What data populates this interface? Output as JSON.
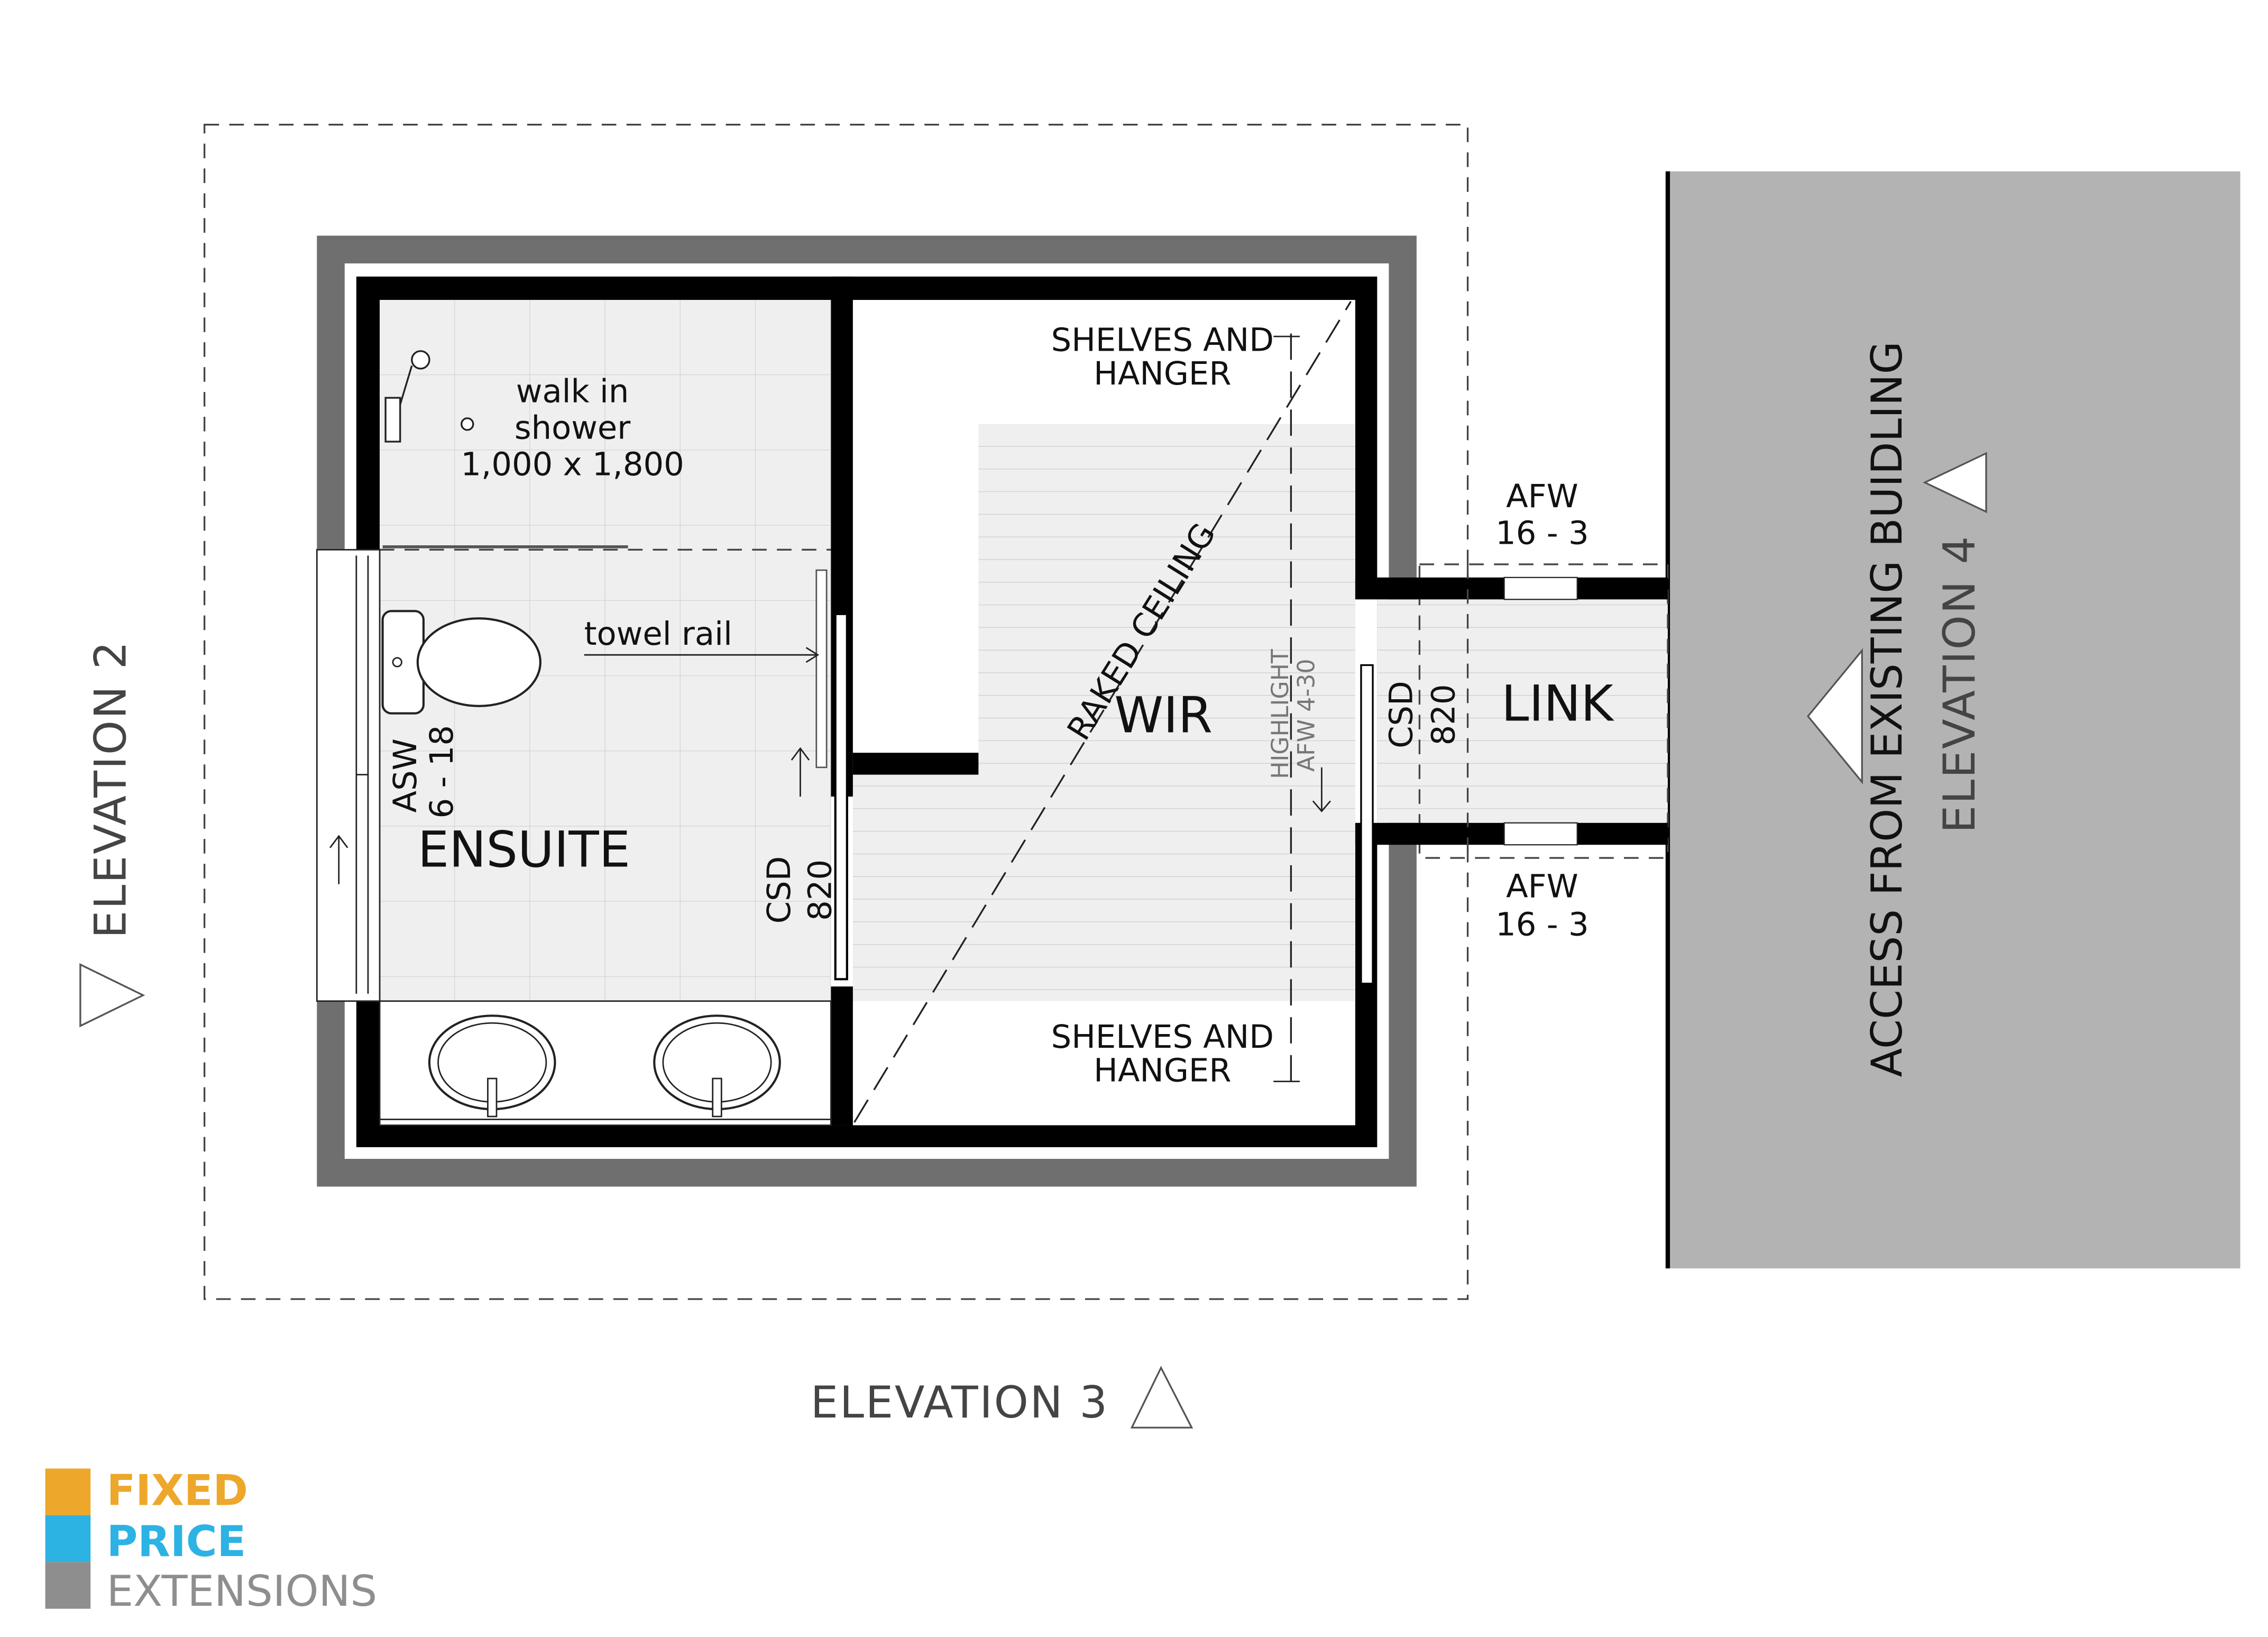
{
  "plan": {
    "rooms": {
      "ensuite": "ENSUITE",
      "wir": "WIR",
      "link": "LINK"
    },
    "shower": {
      "line1": "walk in",
      "line2": "shower",
      "line3": "1,000 x 1,800"
    },
    "towel_rail": "towel rail",
    "asw": {
      "line1": "ASW",
      "line2": "6 - 18"
    },
    "csd_ensuite": {
      "line1": "CSD",
      "line2": "820"
    },
    "csd_link": {
      "line1": "CSD",
      "line2": "820"
    },
    "shelves_top": {
      "line1": "SHELVES AND",
      "line2": "HANGER"
    },
    "shelves_bottom": {
      "line1": "SHELVES AND",
      "line2": "HANGER"
    },
    "raked_ceiling": "RAKED CEILING",
    "highlight": {
      "line1": "HIGHLIGHT",
      "line2": "AFW 4-30"
    },
    "afw_top": {
      "line1": "AFW",
      "line2": "16 - 3"
    },
    "afw_bottom": {
      "line1": "AFW",
      "line2": "16 - 3"
    },
    "access": "ACCESS FROM EXISTING BUIDLING",
    "elevation_2": "ELEVATION 2",
    "elevation_3": "ELEVATION 3",
    "elevation_4": "ELEVATION 4"
  },
  "logo": {
    "line1": "FIXED",
    "line2": "PRICE",
    "line3": "EXTENSIONS",
    "colors": {
      "fixed": "#eda72a",
      "price": "#2db2e4",
      "extensions": "#8e8e8e"
    }
  },
  "colors": {
    "wall": "#000000",
    "outer_wall": "#6f6f6f",
    "floor": "#efefef",
    "existing_building": "#b3b3b3"
  }
}
